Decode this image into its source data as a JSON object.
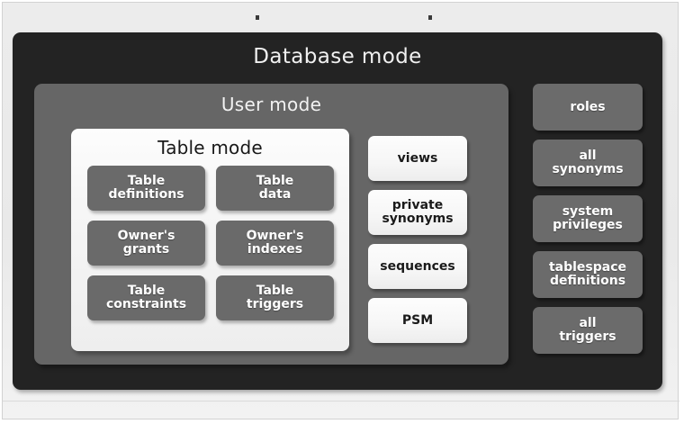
{
  "figure": {
    "top_marks": [
      "dot-mark-left",
      "dot-mark-right"
    ]
  },
  "database_mode": {
    "title": "Database mode",
    "user_mode": {
      "title": "User mode",
      "table_mode": {
        "title": "Table mode",
        "items": [
          {
            "label": "Table\ndefinitions"
          },
          {
            "label": "Table\ndata"
          },
          {
            "label": "Owner's\ngrants"
          },
          {
            "label": "Owner's\nindexes"
          },
          {
            "label": "Table\nconstraints"
          },
          {
            "label": "Table\ntriggers"
          }
        ]
      },
      "objects": [
        {
          "label": "views"
        },
        {
          "label": "private\nsynonyms"
        },
        {
          "label": "sequences"
        },
        {
          "label": "PSM"
        }
      ]
    },
    "objects": [
      {
        "label": "roles"
      },
      {
        "label": "all\nsynonyms"
      },
      {
        "label": "system\nprivileges"
      },
      {
        "label": "tablespace\ndefinitions"
      },
      {
        "label": "all\ntriggers"
      }
    ]
  },
  "colors": {
    "page_background": "#ececec",
    "database_panel": "#232323",
    "user_panel": "#666666",
    "table_panel": "#f7f7f7",
    "chip_dark": "#6a6a6a",
    "chip_mid": "#6b6b6b",
    "chip_light": "#f6f6f6",
    "text_light": "#ffffff",
    "text_dark": "#1a1a1a"
  }
}
